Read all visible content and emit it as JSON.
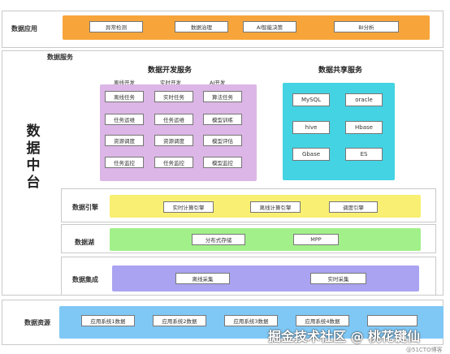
{
  "data_application": {
    "label": "数据应用",
    "items": [
      "异常检测",
      "数据治理",
      "AI智能决策",
      "BI分析"
    ]
  },
  "data_service": {
    "label": "数据服务",
    "dev": {
      "title": "数据开发服务",
      "columns": [
        {
          "heading": "离线开发",
          "items": [
            "离线任务",
            "任务运维",
            "资源调度",
            "任务监控"
          ]
        },
        {
          "heading": "实时开发",
          "items": [
            "实时任务",
            "任务运维",
            "资源调度",
            "任务监控"
          ]
        },
        {
          "heading": "AI开发",
          "items": [
            "算法任务",
            "模型训练",
            "模型评估",
            "模型监控"
          ]
        }
      ]
    },
    "share": {
      "title": "数据共享服务",
      "items": [
        "MySQL",
        "oracle",
        "hive",
        "Hbase",
        "Gbase",
        "ES"
      ]
    }
  },
  "side_title": "数据中台",
  "data_engine": {
    "label": "数据引擎",
    "items": [
      "实时计算引擎",
      "离线计算引擎",
      "调度引擎"
    ]
  },
  "data_lake": {
    "label": "数据湖",
    "items": [
      "分布式存储",
      "MPP"
    ]
  },
  "data_integration": {
    "label": "数据集成",
    "items": [
      "离线采集",
      "实时采集"
    ]
  },
  "data_sources": {
    "label": "数据资源",
    "items": [
      "应用系统1数据",
      "应用系统2数据",
      "应用系统3数据",
      "应用系统4数据",
      ""
    ]
  },
  "watermark": {
    "text": "掘金技术社区 @ 桃花键仙",
    "sub": "@51CTO博客"
  },
  "colors": {
    "application": "#f7a53a",
    "dev_service": "#dcb6e6",
    "share_service": "#44d3e3",
    "engine": "#f9ef72",
    "lake": "#a2f08a",
    "integration": "#a9a3f2",
    "sources": "#7fc8f6"
  }
}
